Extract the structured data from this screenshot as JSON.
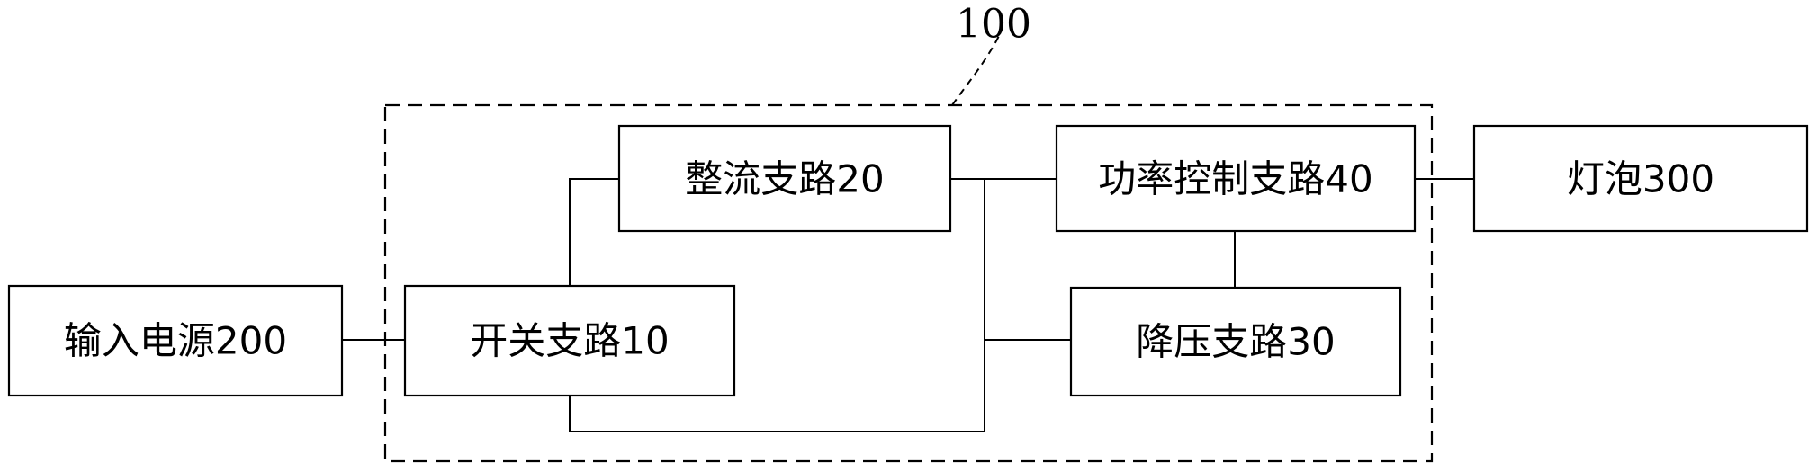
{
  "diagram": {
    "module_ref": "100",
    "nodes": {
      "input_power": "输入电源200",
      "switch_branch": "开关支路10",
      "rectifier_branch": "整流支路20",
      "power_control_branch": "功率控制支路40",
      "buck_branch": "降压支路30",
      "bulb": "灯泡300"
    }
  }
}
